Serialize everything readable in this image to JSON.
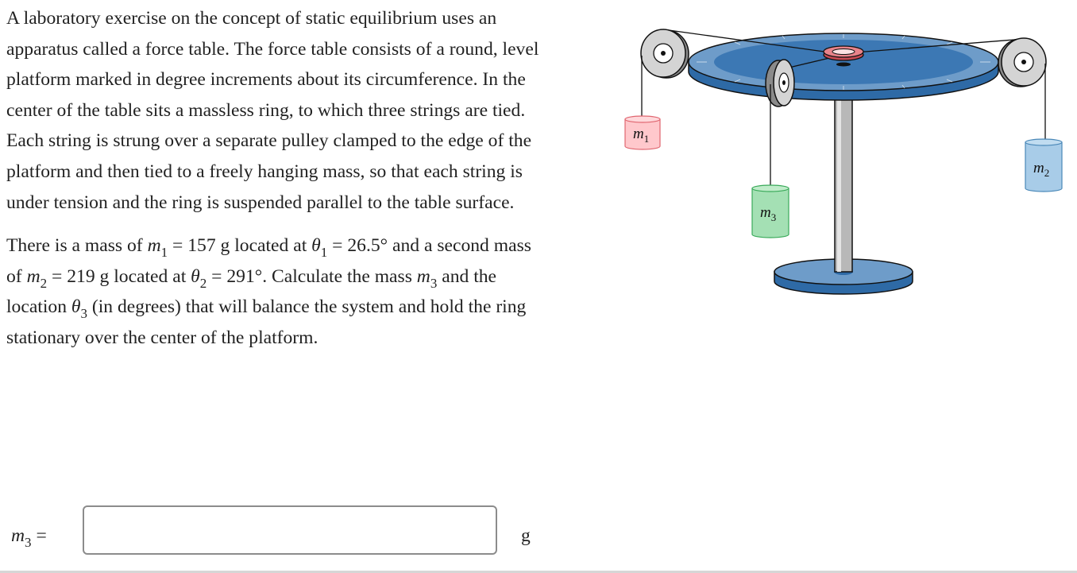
{
  "problem": {
    "paragraph1": "A laboratory exercise on the concept of static equilibrium uses an apparatus called a force table. The force table consists of a round, level platform marked in degree increments about its circumference. In the center of the table sits a massless ring, to which three strings are tied. Each string is strung over a separate pulley clamped to the edge of the platform and then tied to a freely hanging mass, so that each string is under tension and the ring is suspended parallel to the table surface.",
    "p2_t1": "There is a mass of ",
    "m_symbol": "m",
    "sub1": "1",
    "sub2": "2",
    "sub3": "3",
    "eq": " = ",
    "m1_value": "157 g",
    "p2_t2": " located at ",
    "theta_symbol": "θ",
    "theta1_value": "26.5°",
    "p2_t3": " and a second mass of ",
    "m2_value": "219 g",
    "theta2_value": "291°",
    "p2_t4": ". Calculate the mass ",
    "p2_t5": " and the location ",
    "p2_t6": " (in degrees) that will balance the system and hold the ring stationary over the center of the platform."
  },
  "figure": {
    "label_m": "m",
    "label_sub1": "1",
    "label_sub2": "2",
    "label_sub3": "3",
    "colors": {
      "table_top": "#6e9cc9",
      "table_inner": "#3c78b4",
      "table_side": "#2e6aa6",
      "post": "#b8b8b8",
      "pulley": "#d4d4d4",
      "ring": "#e8838a",
      "mass1": "#ffc8cc",
      "mass2": "#a8cce8",
      "mass3": "#a4e0b4"
    }
  },
  "answer": {
    "label_symbol": "m",
    "label_sub": "3",
    "label_eq": " =",
    "input_value": "",
    "input_placeholder": "",
    "unit": "g"
  }
}
